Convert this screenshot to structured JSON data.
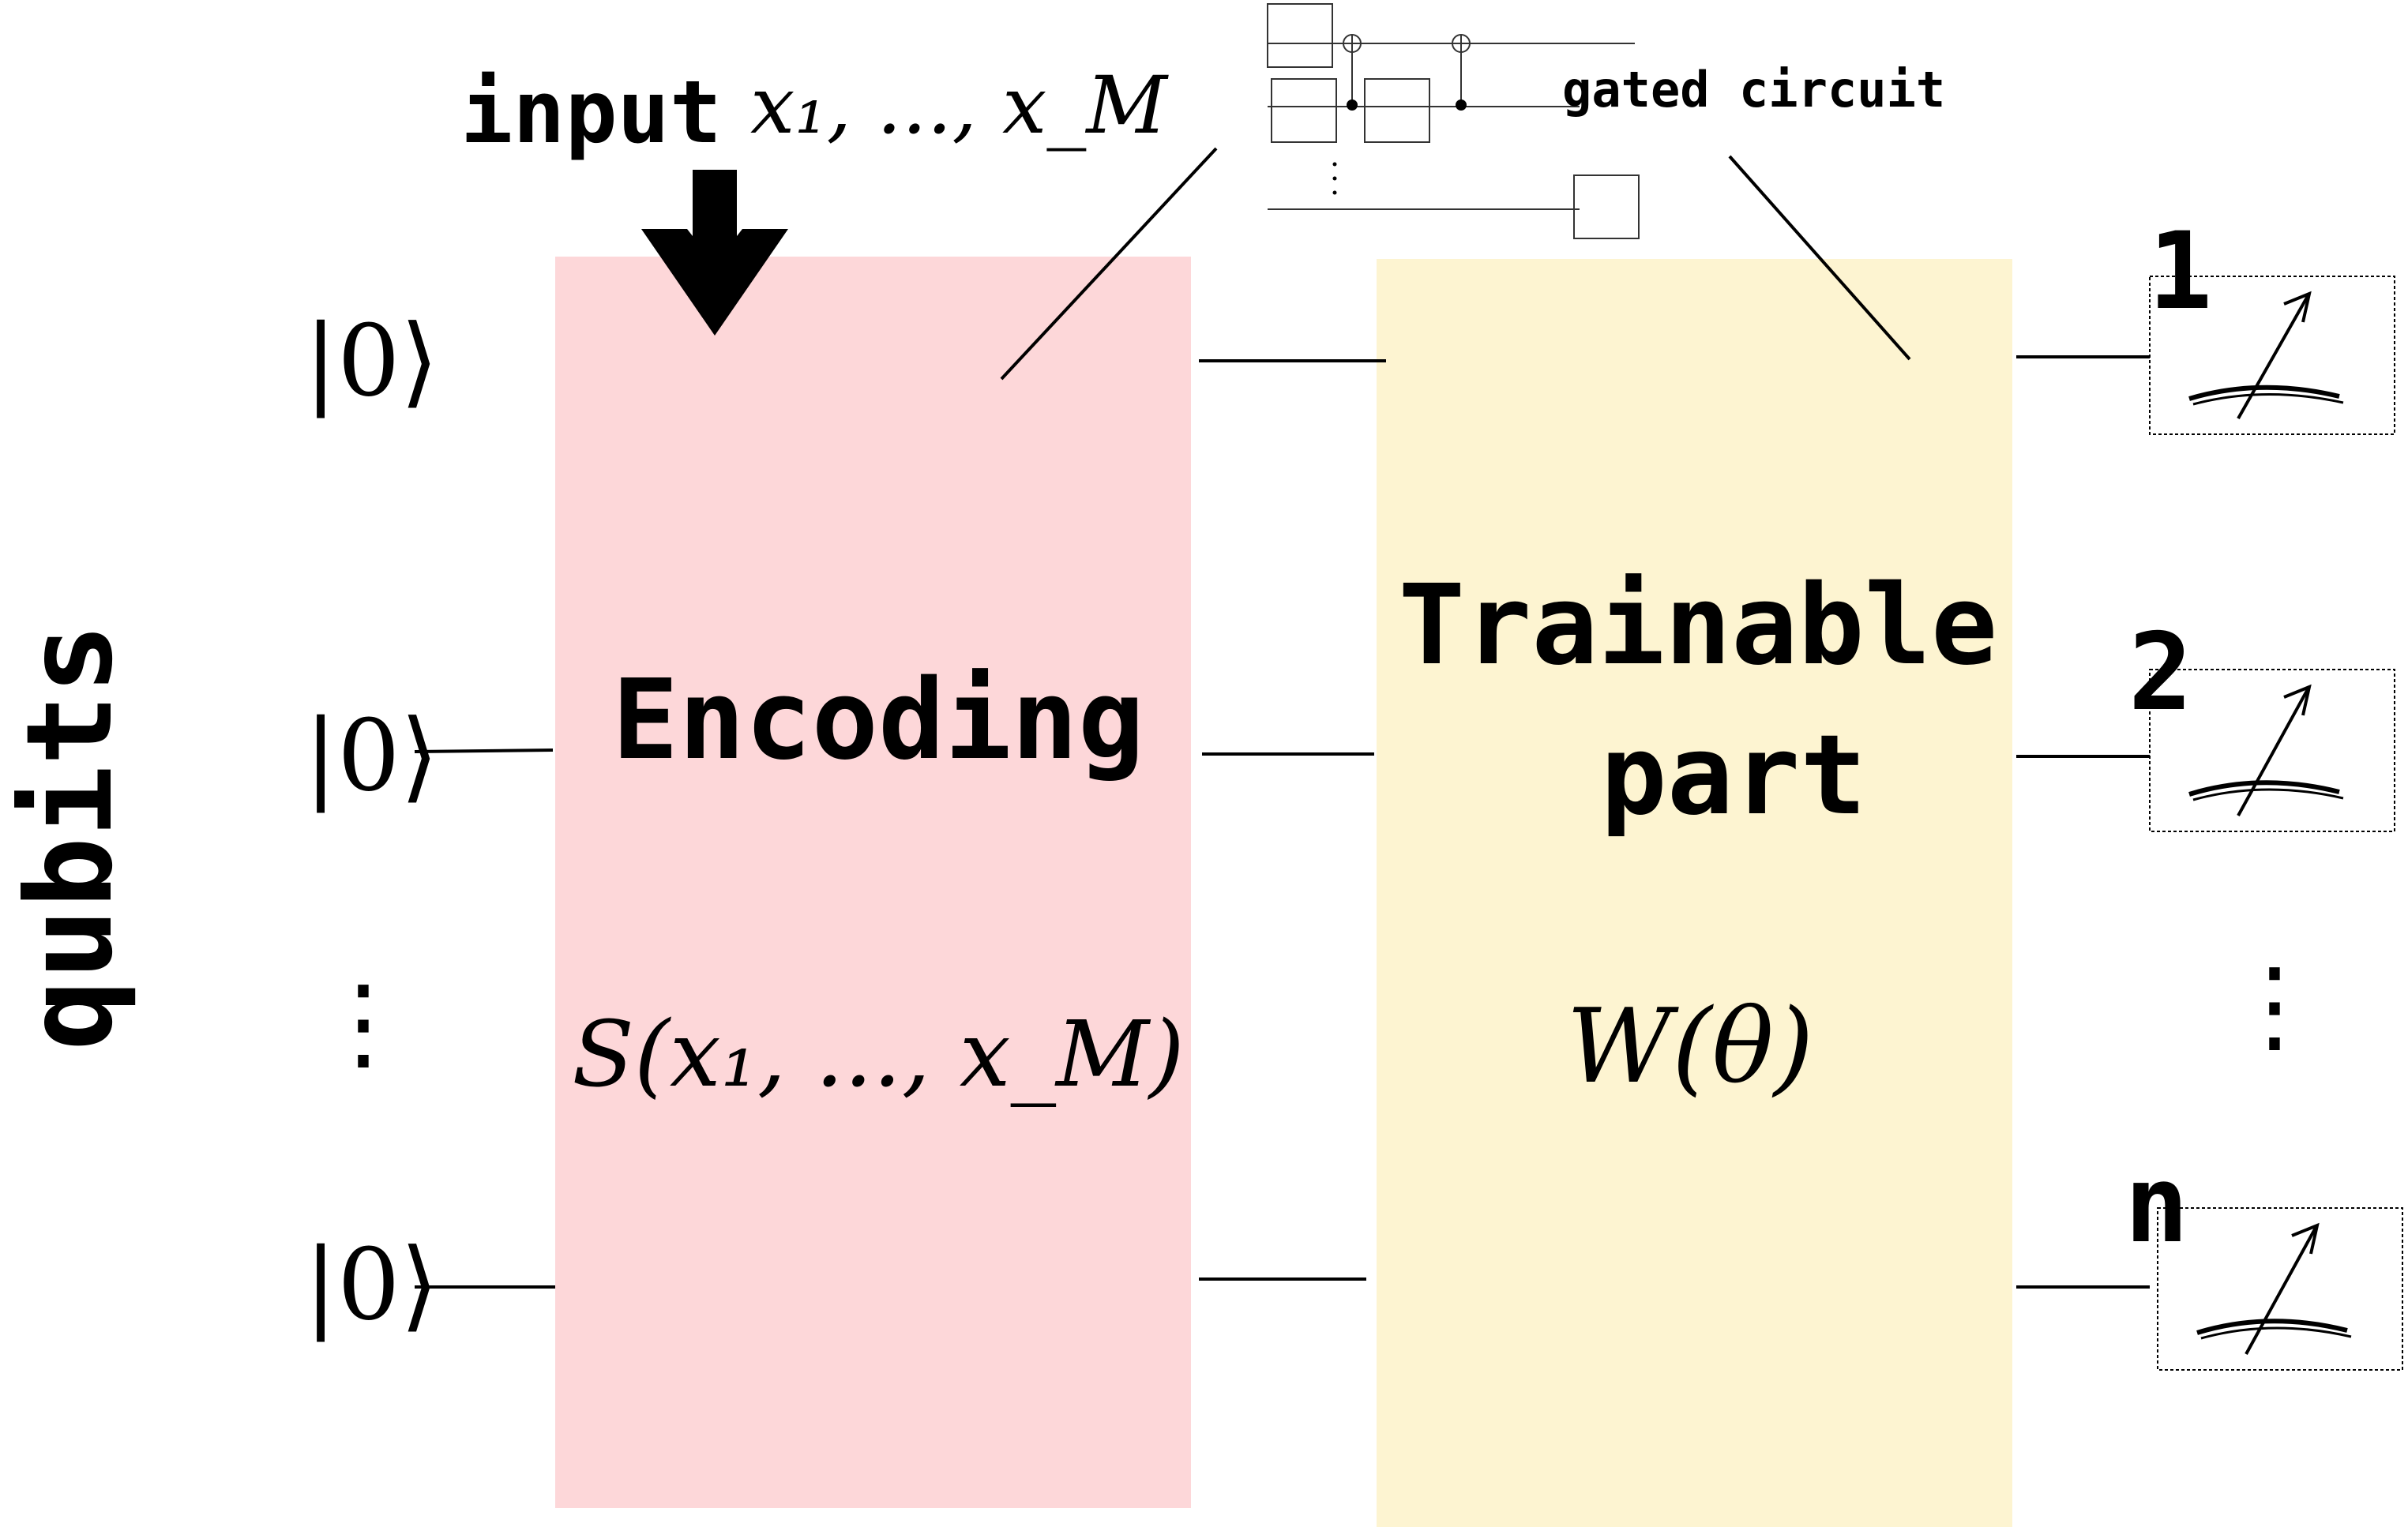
{
  "labels": {
    "qubits": "qubits",
    "input_word": "input",
    "input_vars": "x₁, ..., x_M",
    "gated_circuit": "gated circuit",
    "encoding_title": "Encoding",
    "encoding_formula": "S(x₁, ..., x_M)",
    "trainable_line1": "Trainable",
    "trainable_line2": "part",
    "trainable_formula": "W(θ)"
  },
  "input_states": [
    "|0⟩",
    "|0⟩",
    "⋮",
    "|0⟩"
  ],
  "measurement_labels": [
    "1",
    "2",
    "⋮",
    "n"
  ],
  "icons": {
    "arrow": "down-arrow-icon",
    "measure": "measurement-meter-icon",
    "gate": "gate-box-icon"
  },
  "colors": {
    "encoding_fill": "#fdd7d9",
    "trainable_fill": "#fdf4d1",
    "line": "#000000"
  }
}
